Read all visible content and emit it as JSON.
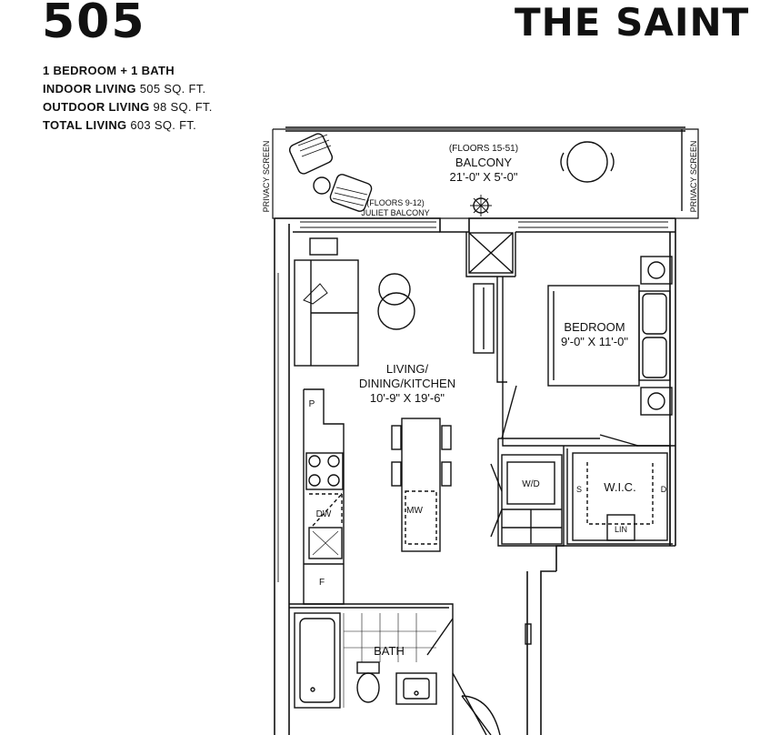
{
  "header": {
    "unit_number": "505",
    "brand": "THE SAINT"
  },
  "specs": {
    "bed_bath": "1 BEDROOM + 1 BATH",
    "indoor_label": "INDOOR LIVING",
    "indoor_value": "505 SQ. FT.",
    "outdoor_label": "OUTDOOR LIVING",
    "outdoor_value": "98 SQ. FT.",
    "total_label": "TOTAL LIVING",
    "total_value": "603 SQ. FT."
  },
  "plan": {
    "balcony_floors": "(FLOORS 15-51)",
    "balcony_name": "BALCONY",
    "balcony_dims": "21'-0\" X 5'-0\"",
    "juliet_floors": "(FLOORS 9-12)",
    "juliet_name": "JULIET BALCONY",
    "privacy_screen": "PRIVACY SCREEN",
    "living_line1": "LIVING/",
    "living_line2": "DINING/KITCHEN",
    "living_dims": "10'-9\" X 19'-6\"",
    "bedroom_name": "BEDROOM",
    "bedroom_dims": "9'-0\" X 11'-0\"",
    "bath_name": "BATH",
    "wic_name": "W.I.C.",
    "wd_label": "W/D",
    "dw_label": "DW",
    "mw_label": "MW",
    "p_label": "P",
    "f_label": "F",
    "lin_label": "LIN",
    "s_label": "S",
    "d_label": "D"
  }
}
